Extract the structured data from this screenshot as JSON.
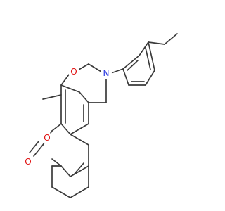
{
  "molecule": {
    "atom_labels": [
      {
        "id": "o-ring-ether",
        "symbol": "O",
        "color": "#e01010"
      },
      {
        "id": "n-ring",
        "symbol": "N",
        "color": "#2030e0"
      },
      {
        "id": "o-lactone-ring",
        "symbol": "O",
        "color": "#e01010"
      },
      {
        "id": "o-carbonyl",
        "symbol": "O",
        "color": "#e01010"
      }
    ],
    "annotations": [
      {
        "id": "methyl-label",
        "text": ""
      }
    ],
    "bond_color": "#3a3a3a"
  }
}
